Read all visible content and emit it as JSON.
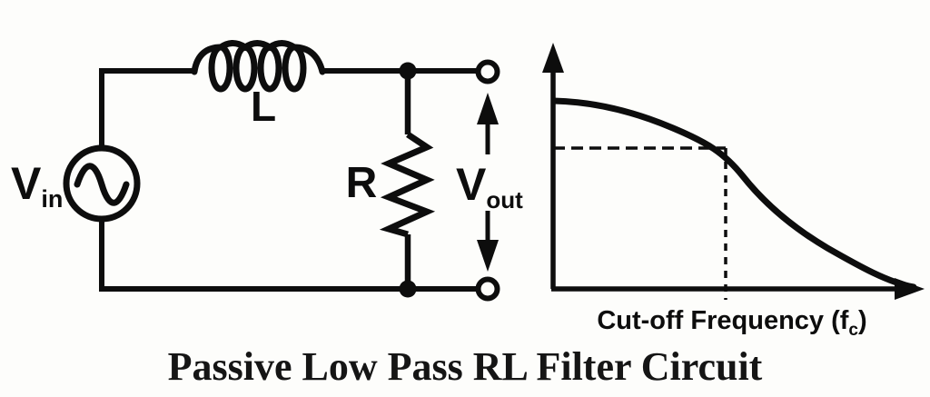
{
  "meta": {
    "background_color": "#fdfdfb",
    "ink_color": "#0d0d0d"
  },
  "title": "Passive Low Pass RL Filter Circuit",
  "circuit": {
    "source_label": {
      "main": "V",
      "sub": "in"
    },
    "inductor_label": "L",
    "resistor_label": "R",
    "output_label": {
      "main": "V",
      "sub": "out"
    },
    "components": [
      "ac-voltage-source",
      "inductor",
      "resistor",
      "output-terminals"
    ]
  },
  "graph": {
    "xlabel": {
      "pre": "Cut-off Frequency (f",
      "sub": "c",
      "post": ")"
    }
  },
  "chart_data": {
    "type": "line",
    "title": "",
    "xlabel": "Cut-off Frequency (fc)",
    "ylabel": "",
    "axis_numeric_labels": false,
    "grid": false,
    "x_norm": [
      0.0,
      0.198,
      0.377,
      0.463,
      0.524,
      0.623,
      0.745,
      0.868,
      0.971
    ],
    "y_norm": [
      1.0,
      0.947,
      0.812,
      0.749,
      0.57,
      0.425,
      0.246,
      0.101,
      0.01
    ],
    "annotations": {
      "dashed_marker": {
        "x_norm": 0.466,
        "y_norm": 0.75,
        "meaning": "cut-off frequency at ~70.7% output"
      }
    }
  }
}
